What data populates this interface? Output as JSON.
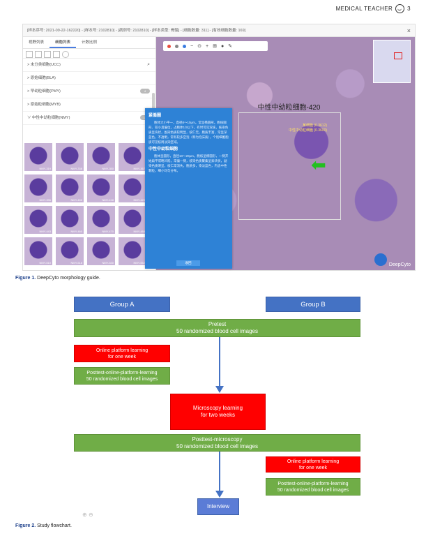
{
  "running_header": {
    "journal": "MEDICAL TEACHER",
    "page": "3"
  },
  "figure1": {
    "caption_label": "Figure 1.",
    "caption_text": "DeepCyto morphology guide.",
    "top_bar": "[样本序号: 2021-09-22-162220] - [样本号: 2102810] - [病例号: 2102810] - [样本类型: 骨髓] - [细胞数量: 311] - [有效细胞数量: 169]",
    "close_glyph": "×",
    "tabs": [
      "视野列表",
      "细胞列表",
      "计数比例"
    ],
    "categories": [
      {
        "label": "> 未分类细胞(UCC)",
        "count": ""
      },
      {
        "label": "> 原始细胞(BLA)",
        "count": ""
      },
      {
        "label": "> 早幼粒细胞(PMY)",
        "count": "4"
      },
      {
        "label": "> 原始粒细胞(MYB)",
        "count": ""
      },
      {
        "label": "∨ 中性中幼粒细胞(NMY)",
        "count": "15"
      }
    ],
    "thumbnails": [
      "NMY-319",
      "NMY-338",
      "NMY-350",
      "NMY-367",
      "NMY-396",
      "NMY-402",
      "NMY-418",
      "NMY-420",
      "NMY-443",
      "NMY-460",
      "NMY-470",
      "NMY-488",
      "NMY-510",
      "NMY-518",
      "NMY-530",
      "NMY-552"
    ],
    "viewer_tools": [
      "−",
      "⊙",
      "+",
      "⊞",
      "●",
      "✎"
    ],
    "detection_title": "中性中幼粒细胞-420",
    "detection_scores": [
      "某细胞 (0.3612)",
      "中性中幼粒细胞 (0.3600)"
    ],
    "arrow": "⬅",
    "corner_logo": "DeepCyto",
    "info_panel": {
      "h1": "紧循圈",
      "p1": "胞体大小平一，直径8～10μm。常呈椭圆形。胞核圆形、较小且偏位，占胞体1/3以下，有时可见双核，核染色质呈块状，副染色质较明显，核仁无。胞质丰富，常呈深蓝色，不透明，常有较多空泡（称为泡沫质），个别细胞胞质可见核周淡染区域。",
      "h2": "中性中幼粒细胞",
      "p2": "胞体呈圆形，直径10～20μm。胞核呈椭圆形，一侧开始扁平或略凹陷，常偏一侧，核染色质聚集呈索块状，副染色质明显，核仁常消失。胞质多，染淡蓝色，内含中性颗粒，细小均匀分布。",
      "button": "收回"
    }
  },
  "figure2": {
    "caption_label": "Figure 2.",
    "caption_text": "Study flowchart.",
    "group_a": "Group A",
    "group_b": "Group B",
    "pretest_title": "Pretest",
    "pretest_sub": "50 randomized blood cell images",
    "online_a_1": "Online platform learning",
    "online_a_2": "for one week",
    "posttest_online_a_1": "Posttest-online-platform-learning",
    "posttest_online_a_2": "50 randomized blood cell images",
    "micro_1": "Microscopy learning",
    "micro_2": "for two weeks",
    "posttest_micro_1": "Posttest-microscopy",
    "posttest_micro_2": "50 randomized blood cell images",
    "online_b_1": "Online platform learning",
    "online_b_2": "for one week",
    "posttest_online_b_1": "Posttest-online-platform-learning",
    "posttest_online_b_2": "50 randomized blood cell images",
    "interview": "Interview",
    "colors": {
      "blue": "#4472c4",
      "green": "#70ad47",
      "red": "#ff0000"
    }
  }
}
